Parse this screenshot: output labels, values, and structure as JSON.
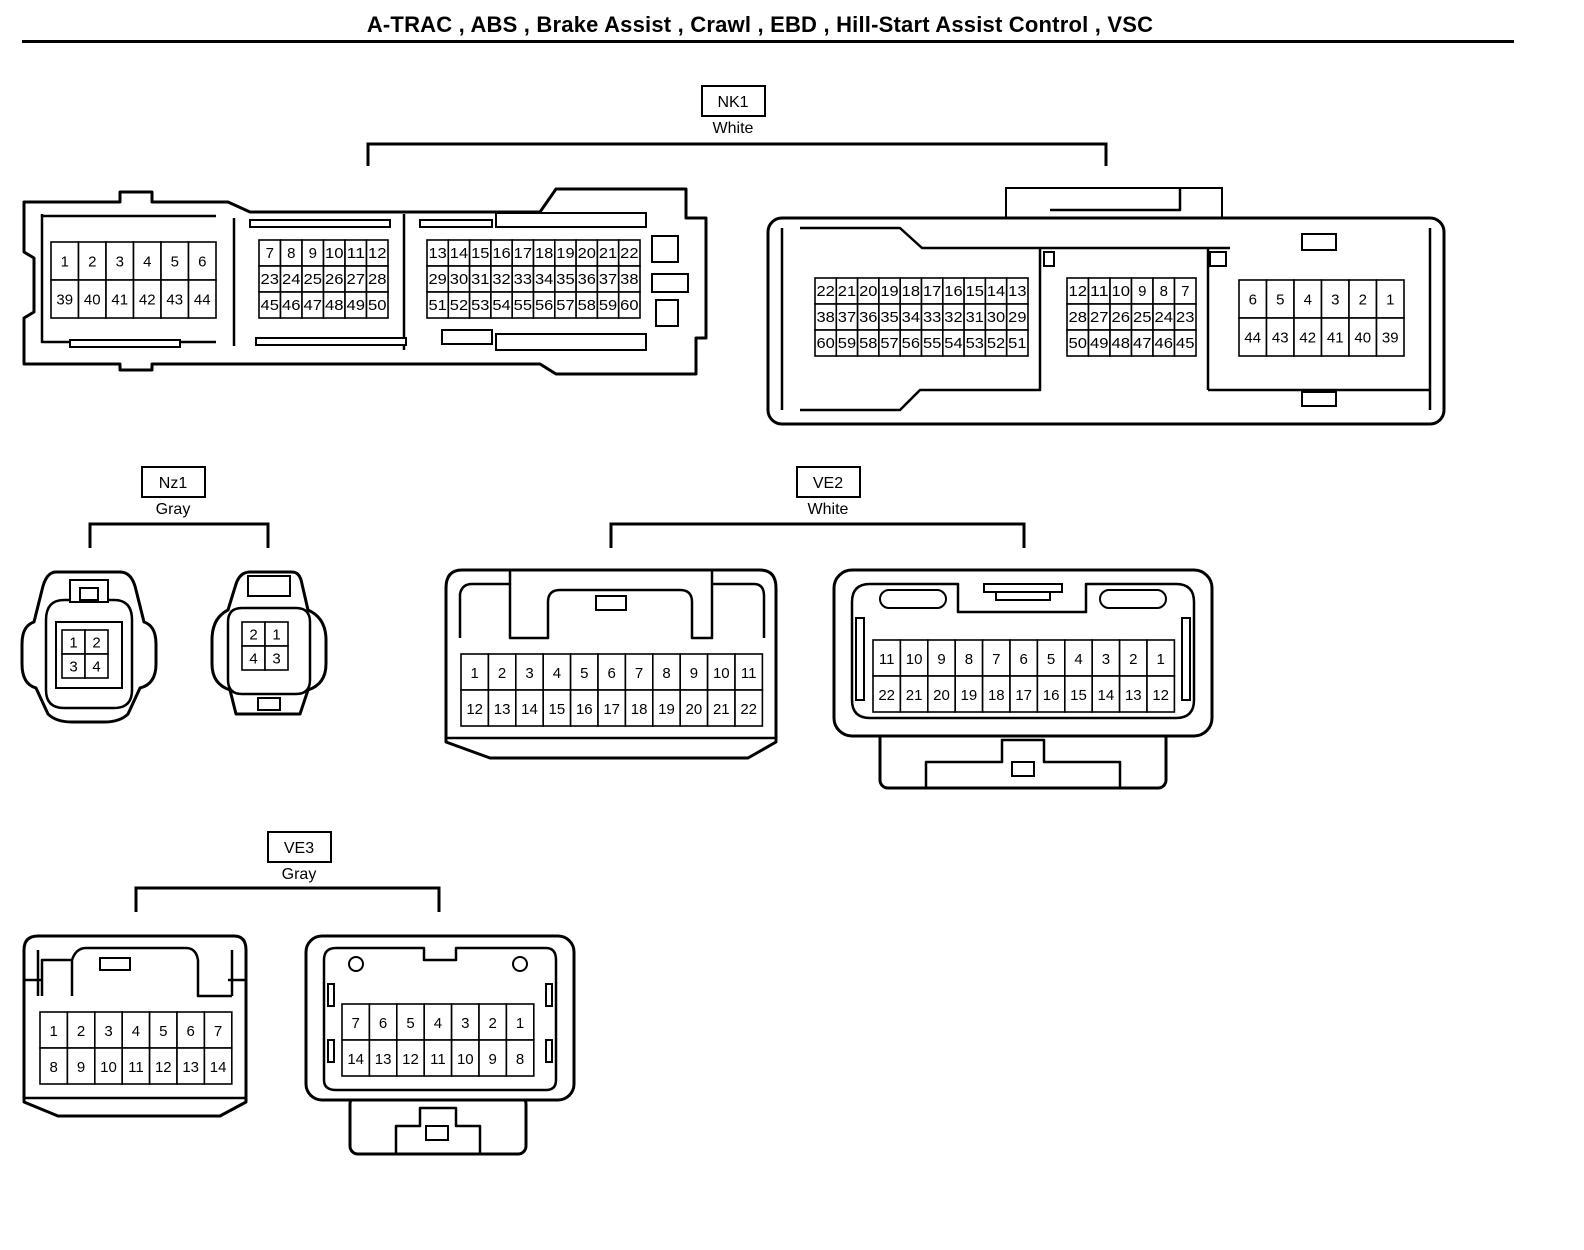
{
  "title": "A-TRAC , ABS , Brake Assist , Crawl , EBD , Hill-Start Assist Control , VSC",
  "connectors": {
    "nk1": {
      "code": "NK1",
      "color": "White",
      "left": {
        "block_a": [
          [
            "1",
            "2",
            "3",
            "4",
            "5",
            "6"
          ],
          [
            "39",
            "40",
            "41",
            "42",
            "43",
            "44"
          ]
        ],
        "block_b": [
          [
            "7",
            "8",
            "9",
            "10",
            "11",
            "12"
          ],
          [
            "23",
            "24",
            "25",
            "26",
            "27",
            "28"
          ],
          [
            "45",
            "46",
            "47",
            "48",
            "49",
            "50"
          ]
        ],
        "block_c": [
          [
            "13",
            "14",
            "15",
            "16",
            "17",
            "18",
            "19",
            "20",
            "21",
            "22"
          ],
          [
            "29",
            "30",
            "31",
            "32",
            "33",
            "34",
            "35",
            "36",
            "37",
            "38"
          ],
          [
            "51",
            "52",
            "53",
            "54",
            "55",
            "56",
            "57",
            "58",
            "59",
            "60"
          ]
        ]
      },
      "right": {
        "block_a": [
          [
            "22",
            "21",
            "20",
            "19",
            "18",
            "17",
            "16",
            "15",
            "14",
            "13"
          ],
          [
            "38",
            "37",
            "36",
            "35",
            "34",
            "33",
            "32",
            "31",
            "30",
            "29"
          ],
          [
            "60",
            "59",
            "58",
            "57",
            "56",
            "55",
            "54",
            "53",
            "52",
            "51"
          ]
        ],
        "block_b": [
          [
            "12",
            "11",
            "10",
            "9",
            "8",
            "7"
          ],
          [
            "28",
            "27",
            "26",
            "25",
            "24",
            "23"
          ],
          [
            "50",
            "49",
            "48",
            "47",
            "46",
            "45"
          ]
        ],
        "block_c": [
          [
            "6",
            "5",
            "4",
            "3",
            "2",
            "1"
          ],
          [
            "44",
            "43",
            "42",
            "41",
            "40",
            "39"
          ]
        ]
      }
    },
    "nz1": {
      "code": "Nz1",
      "color": "Gray",
      "left": [
        [
          "1",
          "2"
        ],
        [
          "3",
          "4"
        ]
      ],
      "right": [
        [
          "2",
          "1"
        ],
        [
          "4",
          "3"
        ]
      ]
    },
    "ve2": {
      "code": "VE2",
      "color": "White",
      "left": [
        [
          "1",
          "2",
          "3",
          "4",
          "5",
          "6",
          "7",
          "8",
          "9",
          "10",
          "11"
        ],
        [
          "12",
          "13",
          "14",
          "15",
          "16",
          "17",
          "18",
          "19",
          "20",
          "21",
          "22"
        ]
      ],
      "right": [
        [
          "11",
          "10",
          "9",
          "8",
          "7",
          "6",
          "5",
          "4",
          "3",
          "2",
          "1"
        ],
        [
          "22",
          "21",
          "20",
          "19",
          "18",
          "17",
          "16",
          "15",
          "14",
          "13",
          "12"
        ]
      ]
    },
    "ve3": {
      "code": "VE3",
      "color": "Gray",
      "left": [
        [
          "1",
          "2",
          "3",
          "4",
          "5",
          "6",
          "7"
        ],
        [
          "8",
          "9",
          "10",
          "11",
          "12",
          "13",
          "14"
        ]
      ],
      "right": [
        [
          "7",
          "6",
          "5",
          "4",
          "3",
          "2",
          "1"
        ],
        [
          "14",
          "13",
          "12",
          "11",
          "10",
          "9",
          "8"
        ]
      ]
    }
  }
}
